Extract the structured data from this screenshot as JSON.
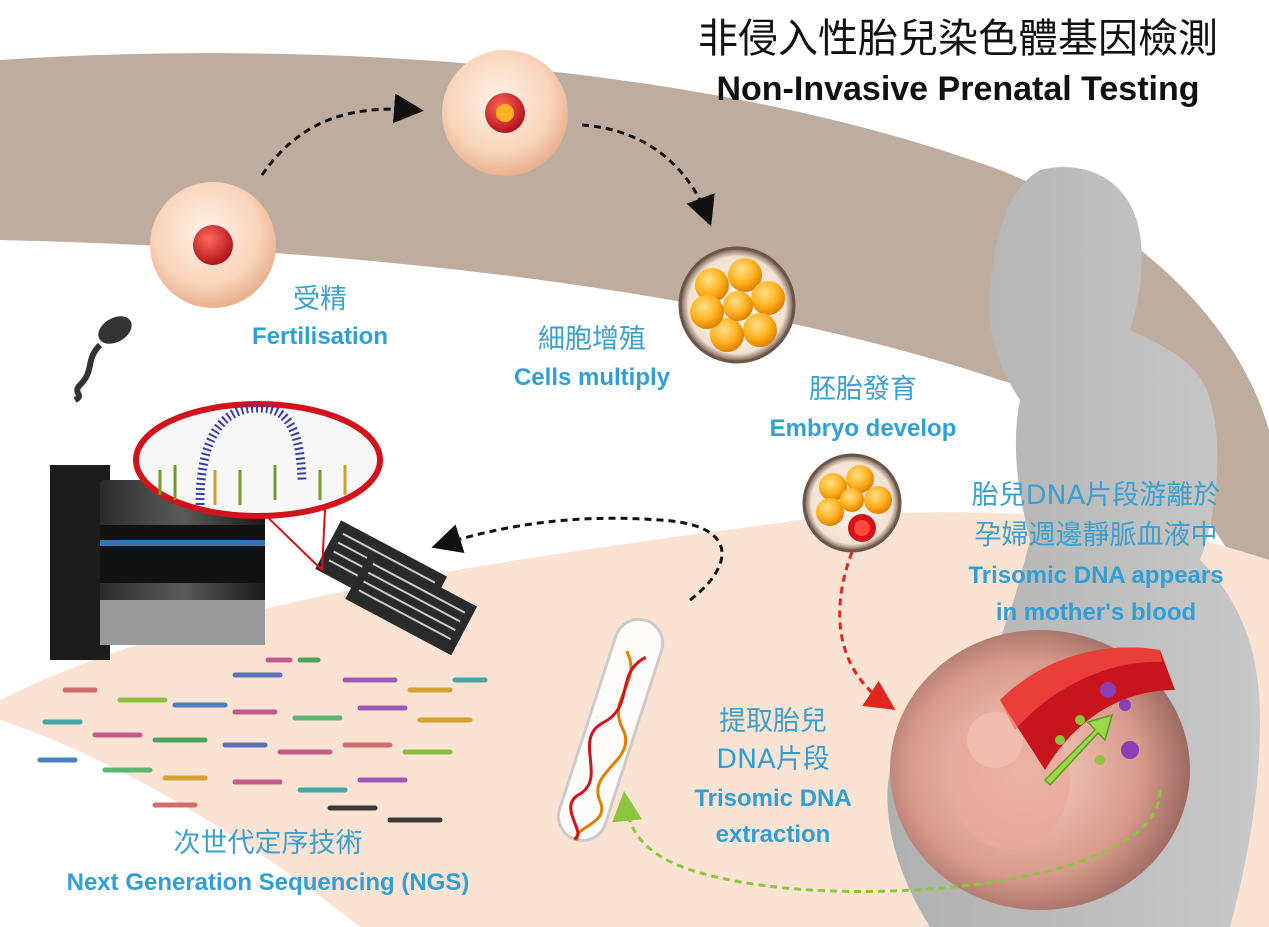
{
  "title": {
    "cn": "非侵入性胎兒染色體基因檢測",
    "en": "Non-Invasive Prenatal Testing"
  },
  "steps": {
    "fertilisation": {
      "cn": "受精",
      "en": "Fertilisation"
    },
    "cells_multiply": {
      "cn": "細胞增殖",
      "en": "Cells multiply"
    },
    "embryo_develop": {
      "cn": "胚胎發育",
      "en": "Embryo develop"
    },
    "dna_in_blood": {
      "cn1": "胎兒DNA片段游離於",
      "cn2": "孕婦週邊靜脈血液中",
      "en1": "Trisomic DNA appears",
      "en2": "in mother's blood"
    },
    "extraction": {
      "cn1": "提取胎兒",
      "cn2": "DNA片段",
      "en1": "Trisomic DNA",
      "en2": "extraction"
    },
    "ngs": {
      "cn": "次世代定序技術",
      "en": "Next Generation Sequencing (NGS)"
    }
  },
  "colors": {
    "label_blue": "#2f9fd6",
    "band_brown": "#bba99a",
    "silhouette_gray": "#bdbdbd",
    "peach": "#fbe3d3",
    "arrow_black": "#111111",
    "arrow_red": "#e0261d",
    "arrow_green": "#8cc63f"
  }
}
